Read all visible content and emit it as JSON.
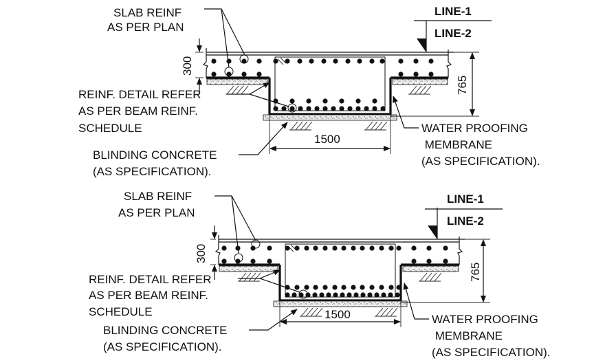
{
  "details": [
    {
      "id": "detail-1",
      "slab_reinf": [
        "SLAB REINF",
        "AS PER PLAN"
      ],
      "line1": "LINE-1",
      "line2": "LINE-2",
      "slab_thickness": "300",
      "total_depth": "765",
      "beam_width": "1500",
      "reinf_detail": [
        "REINF. DETAIL REFER",
        "AS PER BEAM REINF.",
        "SCHEDULE"
      ],
      "blinding": [
        "BLINDING CONCRETE",
        "(AS SPECIFICATION)."
      ],
      "waterproofing": [
        "WATER PROOFING",
        " MEMBRANE",
        "(AS SPECIFICATION)."
      ]
    },
    {
      "id": "detail-2",
      "slab_reinf": [
        "SLAB REINF",
        "AS PER PLAN"
      ],
      "line1": "LINE-1",
      "line2": "LINE-2",
      "slab_thickness": "300",
      "total_depth": "765",
      "beam_width": "1500",
      "reinf_detail": [
        "REINF. DETAIL REFER",
        "AS PER BEAM REINF.",
        "SCHEDULE"
      ],
      "blinding": [
        "BLINDING CONCRETE",
        "(AS SPECIFICATION)."
      ],
      "waterproofing": [
        "WATER PROOFING",
        " MEMBRANE",
        "(AS SPECIFICATION)."
      ]
    }
  ],
  "colors": {
    "ink": "#111111",
    "blinding_fill": "#e8e8e8",
    "background": "#ffffff"
  }
}
